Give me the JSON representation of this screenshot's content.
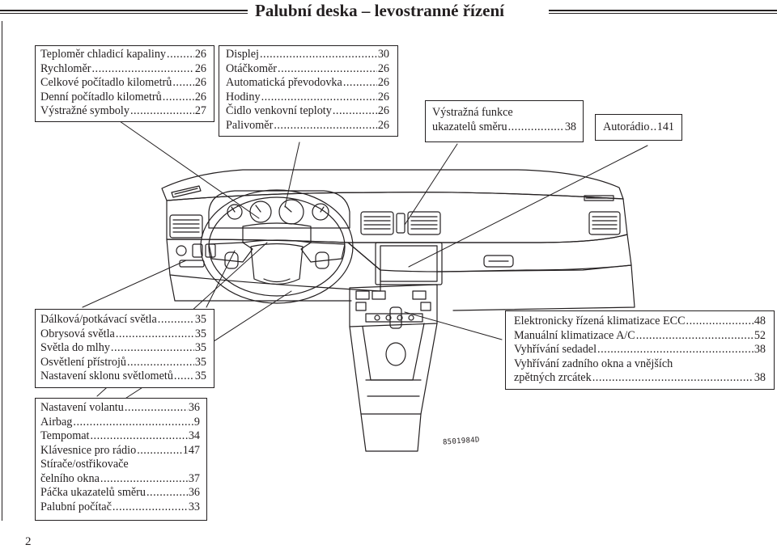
{
  "header": {
    "title": "Palubní deska – levostranné řízení"
  },
  "page_number": "2",
  "image_code": "8501984D",
  "box_top_left": [
    {
      "label": "Teploměr chladicí kapaliny",
      "page": "26"
    },
    {
      "label": "Rychloměr",
      "page": "26"
    },
    {
      "label": "Celkové počítadlo kilometrů",
      "page": "26"
    },
    {
      "label": "Denní počítadlo kilometrů",
      "page": "26"
    },
    {
      "label": "Výstražné  symboly",
      "page": "27"
    }
  ],
  "box_top_mid": [
    {
      "label": "Displej",
      "page": "30"
    },
    {
      "label": "Otáčkoměr",
      "page": "26"
    },
    {
      "label": "Automatická převodovka",
      "page": "26"
    },
    {
      "label": "Hodiny",
      "page": "26"
    },
    {
      "label": "Čidlo venkovní teploty",
      "page": "26"
    },
    {
      "label": "Palivoměr",
      "page": "26"
    }
  ],
  "box_turn": {
    "line1": "Výstražná  funkce",
    "line2_label": "ukazatelů  směru",
    "line2_page": "38"
  },
  "box_radio": {
    "label": "Autorádio",
    "page": "141"
  },
  "box_mid_left": [
    {
      "label": "Dálková/potkávací světla",
      "page": "35"
    },
    {
      "label": "Obrysová světla",
      "page": "35"
    },
    {
      "label": "Světla do mlhy",
      "page": "35"
    },
    {
      "label": "Osvětlení  přístrojů",
      "page": "35"
    },
    {
      "label": "Nastavení sklonu světlometů",
      "page": "35"
    }
  ],
  "box_bottom_left": [
    {
      "label": "Nastavení  volantu",
      "page": "36"
    },
    {
      "label": "Airbag",
      "page": "9"
    },
    {
      "label": "Tempomat",
      "page": "34"
    },
    {
      "label": "Klávesnice pro rádio",
      "page": "147"
    },
    {
      "label": "Stírače/ostřikovače",
      "page": ""
    },
    {
      "label": "čelního okna",
      "page": "37"
    },
    {
      "label": "Páčka ukazatelů směru",
      "page": "36"
    },
    {
      "label": "Palubní počítač",
      "page": "33"
    }
  ],
  "box_right": [
    {
      "label": "Elektronicky řízená klimatizace ECC",
      "page": "48"
    },
    {
      "label": "Manuální klimatizace A/C",
      "page": "52"
    },
    {
      "label": "Vyhřívání sedadel",
      "page": "38"
    },
    {
      "label": "Vyhřívání zadního okna a vnějších",
      "page": ""
    },
    {
      "label": "zpětných  zrcátek",
      "page": "38"
    }
  ]
}
